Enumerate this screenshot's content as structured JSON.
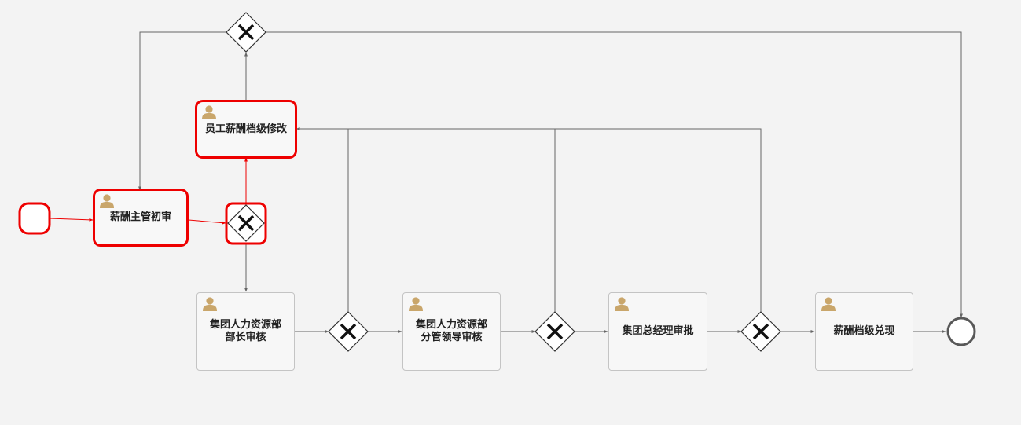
{
  "colors": {
    "background": "#f3f3f3",
    "flow_line": "#666666",
    "active_highlight": "#ee0000",
    "user_icon": "#c9a66b"
  },
  "tasks": {
    "salary_supervisor_review": {
      "label": "薪酬主管初审",
      "active": true
    },
    "employee_salary_grade_edit": {
      "label": "员工薪酬档级修改",
      "active": true
    },
    "hr_head_review": {
      "label": "集团人力资源部\n部长审核",
      "active": false
    },
    "hr_leader_review": {
      "label": "集团人力资源部\n分管领导审核",
      "active": false
    },
    "gm_approval": {
      "label": "集团总经理审批",
      "active": false
    },
    "salary_grade_fulfill": {
      "label": "薪酬档级兑现",
      "active": false
    }
  },
  "icons": {
    "task_icon": "user-icon",
    "gateway_icon": "exclusive-gateway-x-icon",
    "start_event": "start-event-circle",
    "end_event": "end-event-circle"
  }
}
